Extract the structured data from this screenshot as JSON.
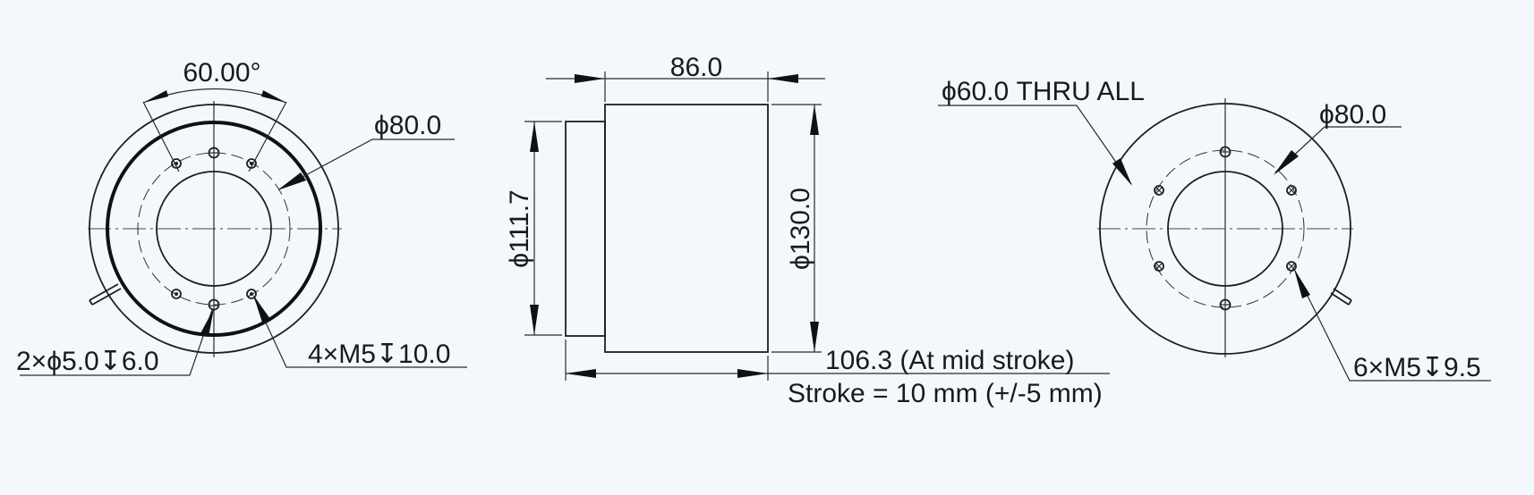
{
  "drawing": {
    "background": "#f3f8fc",
    "line_color": "#1a1a1a",
    "views": {
      "front": {
        "angle_label": "60.00°",
        "bolt_circle_label": "ϕ80.0",
        "pin_hole_label": "2×ϕ5.0↧6.0",
        "tapped_hole_label": "4×M5↧10.0"
      },
      "side": {
        "length_label": "86.0",
        "flange_diameter_label": "ϕ111.7",
        "body_diameter_label": "ϕ130.0",
        "overall_length_label": "106.3 (At mid stroke)",
        "stroke_label": "Stroke = 10 mm (+/-5 mm)"
      },
      "rear": {
        "bore_label": "ϕ60.0  THRU ALL",
        "bolt_circle_label": "ϕ80.0",
        "tapped_hole_label": "6×M5↧9.5"
      }
    }
  }
}
